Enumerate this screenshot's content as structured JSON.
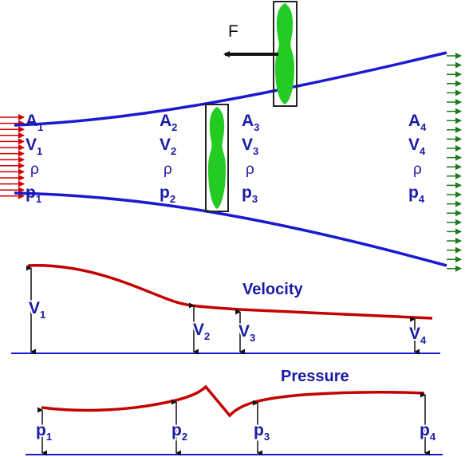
{
  "colors": {
    "tube": "#1a1ad0",
    "label": "#1a1aa6",
    "curve": "#c40000",
    "inflow": "#d00000",
    "outflow": "#1e7a1e",
    "blade": "#22cc22",
    "axis": "#1a1ad0"
  },
  "force_label": "F",
  "stations": [
    {
      "area": "A",
      "velocity": "V",
      "density": "ρ",
      "pressure": "p",
      "sub": "1"
    },
    {
      "area": "A",
      "velocity": "V",
      "density": "ρ",
      "pressure": "p",
      "sub": "2"
    },
    {
      "area": "A",
      "velocity": "V",
      "density": "ρ",
      "pressure": "p",
      "sub": "3"
    },
    {
      "area": "A",
      "velocity": "V",
      "density": "ρ",
      "pressure": "p",
      "sub": "4"
    }
  ],
  "velocity_plot": {
    "title": "Velocity",
    "labels": [
      {
        "base": "V",
        "sub": "1"
      },
      {
        "base": "V",
        "sub": "2"
      },
      {
        "base": "V",
        "sub": "3"
      },
      {
        "base": "V",
        "sub": "4"
      }
    ]
  },
  "pressure_plot": {
    "title": "Pressure",
    "labels": [
      {
        "base": "p",
        "sub": "1"
      },
      {
        "base": "p",
        "sub": "2"
      },
      {
        "base": "p",
        "sub": "3"
      },
      {
        "base": "p",
        "sub": "4"
      }
    ]
  }
}
